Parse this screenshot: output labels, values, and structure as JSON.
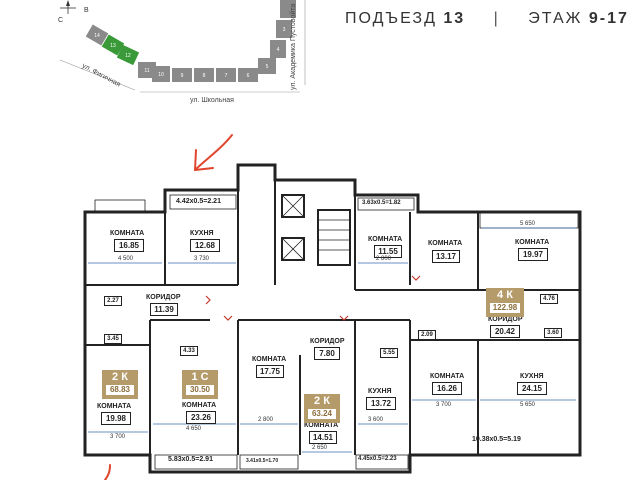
{
  "header": {
    "entrance_label": "ПОДЪЕЗД",
    "entrance_number": "13",
    "separator": "|",
    "floor_label": "ЭТАЖ",
    "floor_range": "9-17"
  },
  "site_plan": {
    "streets": [
      "ул. Фигичная",
      "ул. Школьная",
      "ул. Академика Пустовойта"
    ],
    "compass": [
      "С",
      "В"
    ],
    "sections": [
      "14",
      "13",
      "12",
      "11",
      "10",
      "9",
      "8",
      "7",
      "6",
      "5",
      "4",
      "3"
    ],
    "highlight_color": "#3a9a3a"
  },
  "rooms": [
    {
      "label": "КОМНАТА",
      "area": "16.85"
    },
    {
      "label": "КУХНЯ",
      "area": "12.68"
    },
    {
      "label": "КОМНАТА",
      "area": "11.55"
    },
    {
      "label": "КОМНАТА",
      "area": "13.17"
    },
    {
      "label": "КОМНАТА",
      "area": "19.97"
    },
    {
      "label": "КОРИДОР",
      "area": "11.39"
    },
    {
      "label": "КОРИДОР",
      "area": "20.42"
    },
    {
      "label": "КОРИДОР",
      "area": "7.80"
    },
    {
      "label": "КОМНАТА",
      "area": "19.98"
    },
    {
      "label": "КОМНАТА",
      "area": "23.26"
    },
    {
      "label": "КОМНАТА",
      "area": "17.75"
    },
    {
      "label": "КОМНАТА",
      "area": "14.51"
    },
    {
      "label": "КУХНЯ",
      "area": "13.72"
    },
    {
      "label": "КОМНАТА",
      "area": "16.26"
    },
    {
      "label": "КУХНЯ",
      "area": "24.15"
    }
  ],
  "small_areas": [
    "2.27",
    "3.45",
    "4.33",
    "5.55",
    "2.09",
    "4.76",
    "3.60"
  ],
  "balconies": [
    "4.42x0.5=2.21",
    "3.63x0.5=1.82",
    "5.83x0.5=2.91",
    "3.41x0.5=1.70",
    "4.45x0.5=2.23",
    "10.38x0.5=5.19"
  ],
  "dimensions": [
    "4 500",
    "3 730",
    "2 800",
    "5 650",
    "3 700",
    "4 650",
    "2 800",
    "2 650",
    "3 600",
    "3 700",
    "5 650"
  ],
  "apartments": [
    {
      "type": "2 К",
      "area": "68.83"
    },
    {
      "type": "1 С",
      "area": "30.50"
    },
    {
      "type": "2 К",
      "area": "63.24"
    },
    {
      "type": "4 К",
      "area": "122.98"
    }
  ],
  "colors": {
    "badge_gold": "#b59a6a",
    "arrow_red": "#e0452d",
    "dim_blue": "#3a6db5",
    "wall": "#222222"
  }
}
